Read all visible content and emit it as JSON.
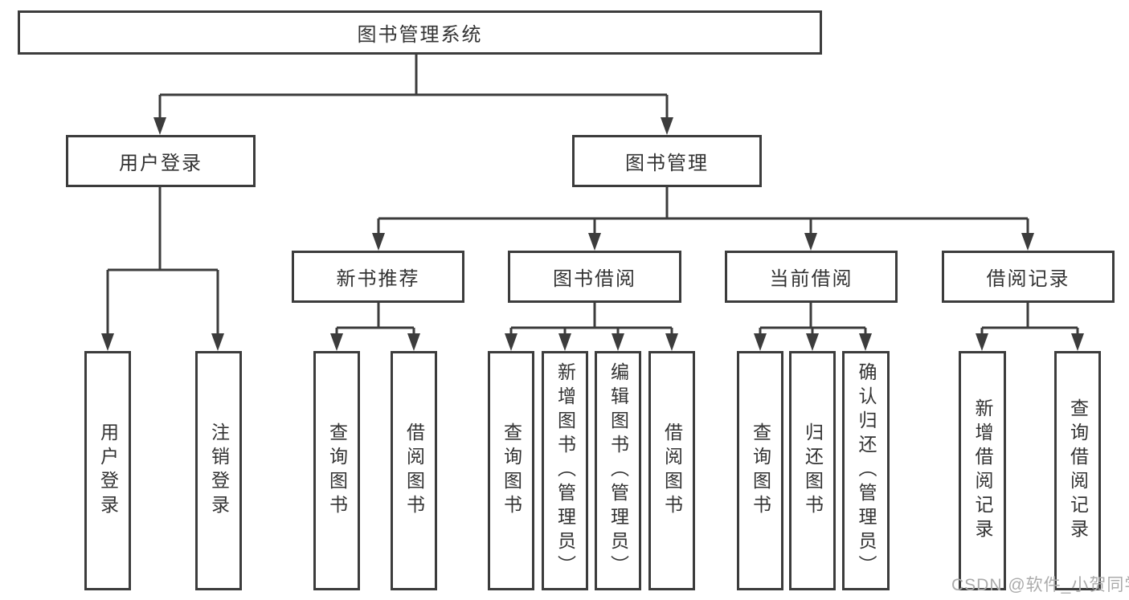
{
  "diagram": {
    "root": {
      "label": "图书管理系统"
    },
    "branches": [
      {
        "label": "用户登录",
        "children": [
          {
            "label": "用户登录"
          },
          {
            "label": "注销登录"
          }
        ]
      },
      {
        "label": "图书管理",
        "children": [
          {
            "label": "新书推荐",
            "children": [
              {
                "label": "查询图书"
              },
              {
                "label": "借阅图书"
              }
            ]
          },
          {
            "label": "图书借阅",
            "children": [
              {
                "label": "查询图书"
              },
              {
                "label": "新增图书（管理员）"
              },
              {
                "label": "编辑图书（管理员）"
              },
              {
                "label": "借阅图书"
              }
            ]
          },
          {
            "label": "当前借阅",
            "children": [
              {
                "label": "查询图书"
              },
              {
                "label": "归还图书"
              },
              {
                "label": "确认归还（管理员）"
              }
            ]
          },
          {
            "label": "借阅记录",
            "children": [
              {
                "label": "新增借阅记录"
              },
              {
                "label": "查询借阅记录"
              }
            ]
          }
        ]
      }
    ]
  },
  "watermark": {
    "text": "CSDN @软件_小贺同学"
  },
  "colors": {
    "line": "#3c3c3c",
    "border": "#3c3c3c",
    "text": "#333333",
    "watermark": "#ababab",
    "background": "#ffffff"
  }
}
